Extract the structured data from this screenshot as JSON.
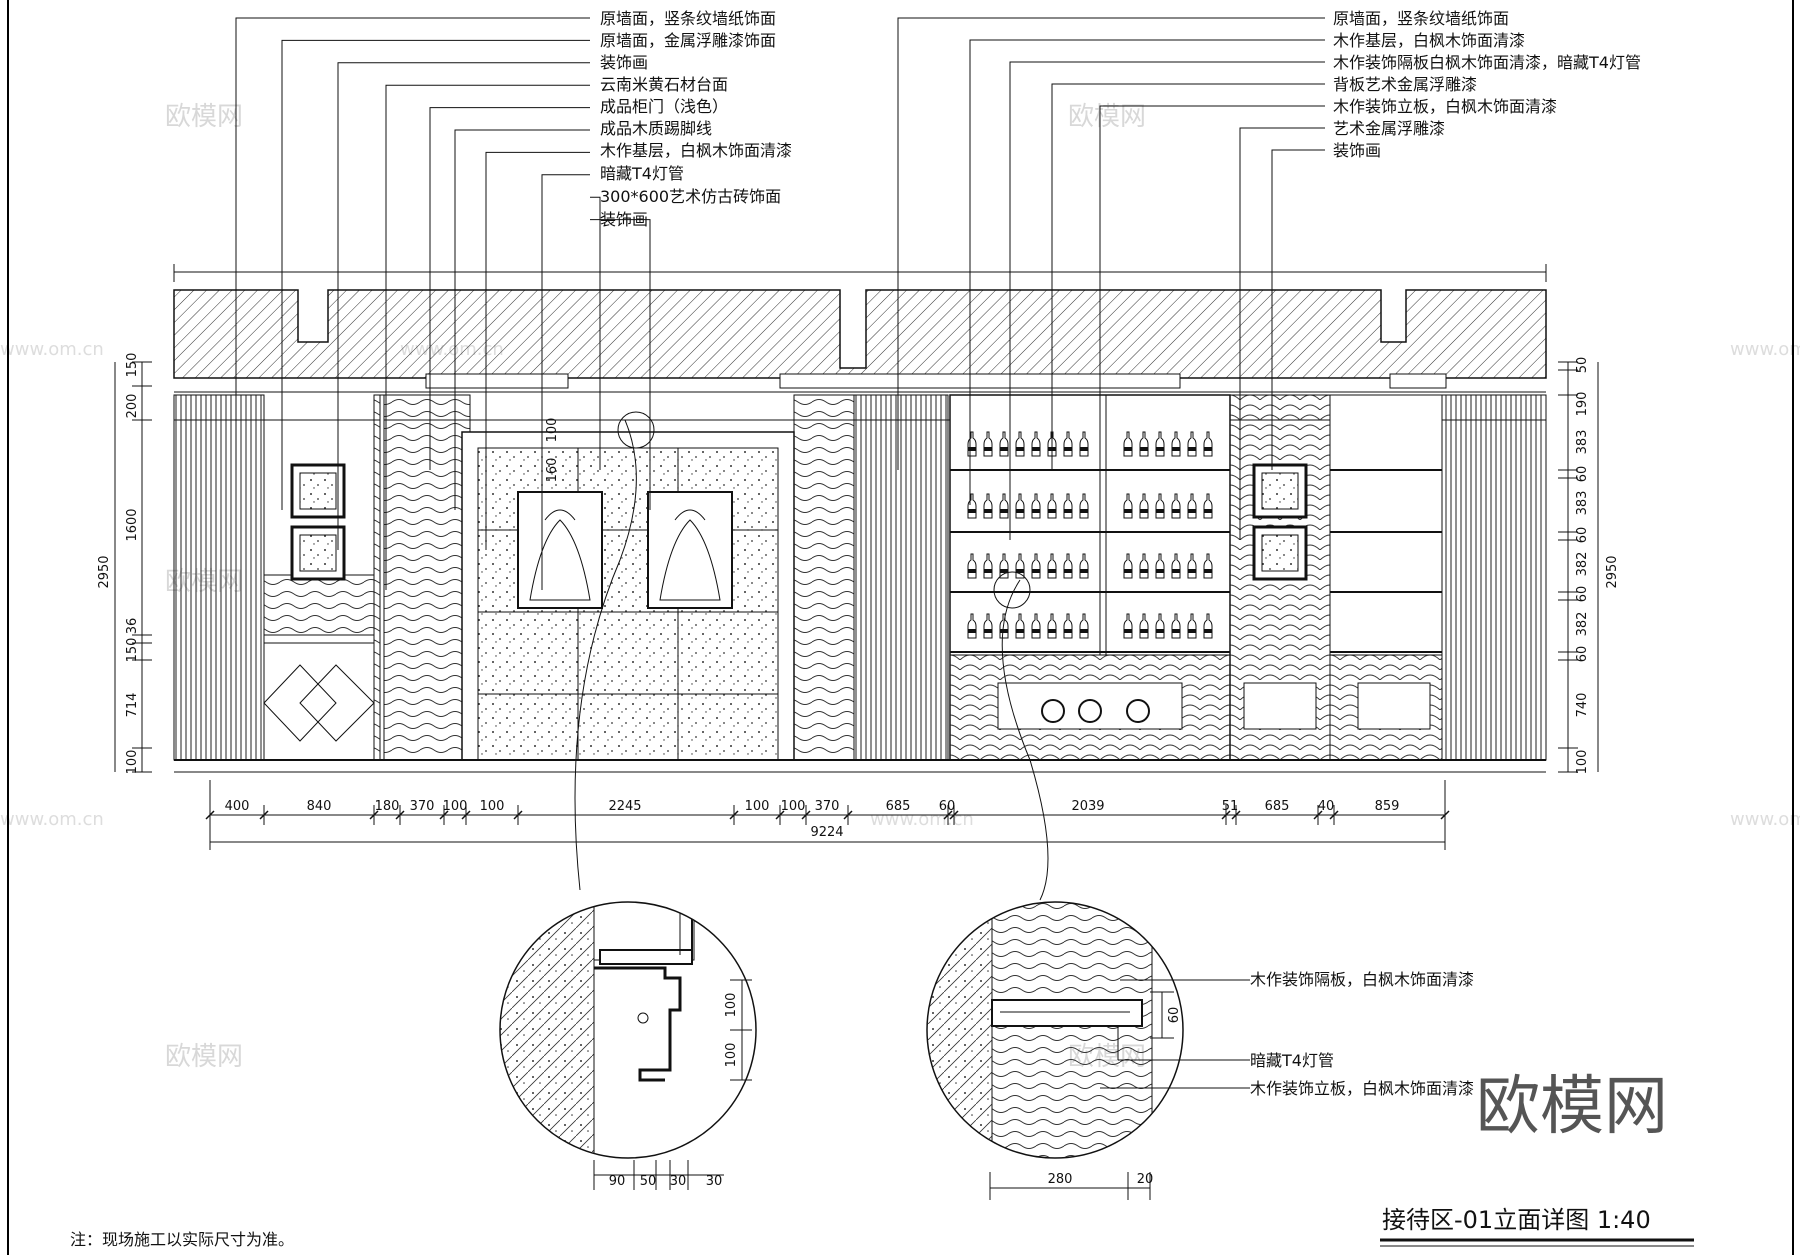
{
  "left_callouts": [
    "原墙面，竖条纹墙纸饰面",
    "原墙面，金属浮雕漆饰面",
    "装饰画",
    "云南米黄石材台面",
    "成品柜门（浅色）",
    "成品木质踢脚线",
    "木作基层，白枫木饰面清漆",
    "暗藏T4灯管",
    "300*600艺术仿古砖饰面",
    "装饰画"
  ],
  "right_callouts": [
    "原墙面，竖条纹墙纸饰面",
    "木作基层，白枫木饰面清漆",
    "木作装饰隔板白枫木饰面清漆，暗藏T4灯管",
    "背板艺术金属浮雕漆",
    "木作装饰立板，白枫木饰面清漆",
    "艺术金属浮雕漆",
    "装饰画"
  ],
  "bottom_dims": [
    "400",
    "840",
    "180",
    "370",
    "100",
    "100",
    "2245",
    "100",
    "100",
    "370",
    "685",
    "60",
    "2039",
    "51",
    "685",
    "40",
    "859"
  ],
  "total_width": "9224",
  "left_heights": [
    "150",
    "200",
    "1600",
    "150",
    "36",
    "714",
    "100"
  ],
  "left_total": "2950",
  "right_heights": [
    "50",
    "190",
    "383",
    "60",
    "383",
    "60",
    "382",
    "60",
    "382",
    "60",
    "740",
    "100"
  ],
  "right_total": "2950",
  "inner_dims": [
    "100",
    "160"
  ],
  "detail_left": {
    "vertical": [
      "100",
      "100"
    ],
    "horizontal": [
      "90",
      "50",
      "30",
      "30"
    ]
  },
  "detail_right": {
    "labels": [
      "木作装饰隔板，白枫木饰面清漆",
      "暗藏T4灯管",
      "木作装饰立板，白枫木饰面清漆"
    ],
    "vertical": [
      "60"
    ],
    "horizontal": [
      "280",
      "20"
    ]
  },
  "note": "注：现场施工以实际尺寸为准。",
  "title": "接待区-01立面详图 1:40",
  "brand": "欧模网",
  "watermarks": [
    "欧模网",
    "www.om.cn"
  ],
  "colors": {
    "ink": "#111111",
    "watermark": "#d8d8d8",
    "brand": "#555555"
  }
}
